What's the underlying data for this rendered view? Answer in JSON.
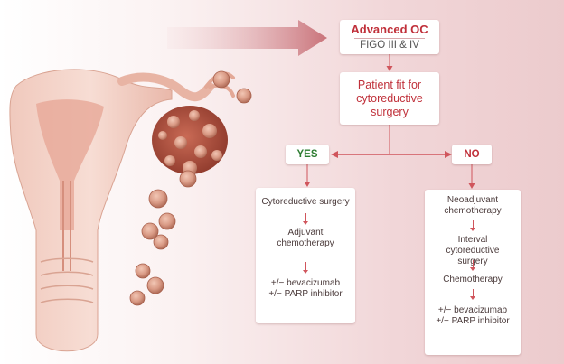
{
  "title": {
    "line1": "Advanced OC",
    "line2": "FIGO III & IV"
  },
  "decision": "Patient fit for cytoreductive surgery",
  "yes_label": "YES",
  "no_label": "NO",
  "yes_path": {
    "steps": [
      "Cytoreductive surgery",
      "Adjuvant chemotherapy",
      "+/− bevacizumab\n+/− PARP inhibitor"
    ]
  },
  "no_path": {
    "steps": [
      "Neoadjuvant chemotherapy",
      "Interval cytoreductive surgery",
      "Chemotherapy",
      "+/− bevacizumab\n+/− PARP inhibitor"
    ]
  },
  "colors": {
    "accent": "#c0303a",
    "yes": "#2e7d32",
    "arrow": "#d0555c",
    "organ": "#e8b4a4",
    "tumor": "#b5523f"
  },
  "illustration": "uterus-and-ovary-with-tumor-cells"
}
